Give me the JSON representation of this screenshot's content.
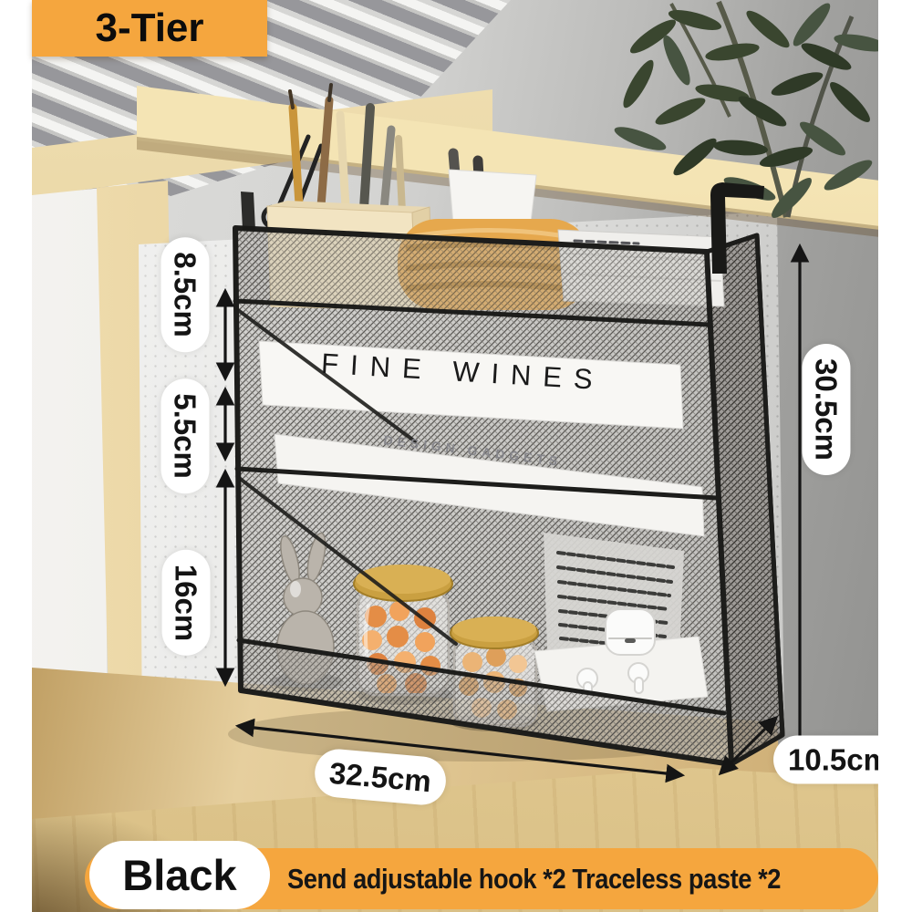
{
  "badge": {
    "label": "3-Tier"
  },
  "dimensions": {
    "tier_top_height": "8.5cm",
    "tier_middle_height": "5.5cm",
    "tier_bottom_height": "16cm",
    "overall_height": "30.5cm",
    "overall_width": "32.5cm",
    "overall_depth": "10.5cm"
  },
  "scene": {
    "magazine_top_title": "FINE WINES",
    "magazine_middle_title": "DESIGN GADGETS"
  },
  "footer": {
    "color_option": "Black",
    "promo_text": "Send adjustable hook *2 Traceless paste *2"
  },
  "colors": {
    "accent_orange": "#F5A63E",
    "rack_black": "#1D1D1B"
  }
}
